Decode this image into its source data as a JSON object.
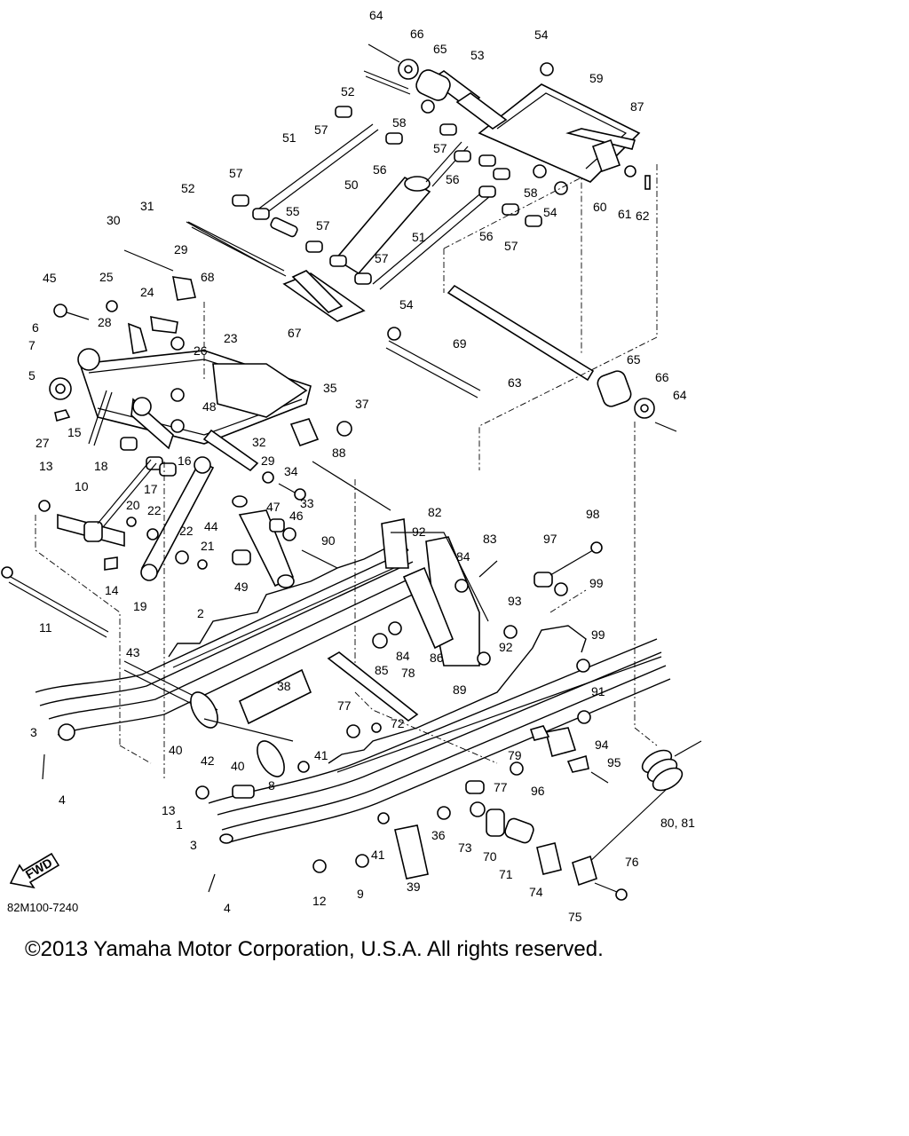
{
  "diagram": {
    "code": "82M100-7240",
    "direction_badge": "FWD",
    "labels": [
      "1",
      "2",
      "3",
      "3",
      "4",
      "4",
      "5",
      "6",
      "7",
      "8",
      "9",
      "10",
      "11",
      "12",
      "13",
      "13",
      "14",
      "15",
      "16",
      "17",
      "18",
      "19",
      "20",
      "21",
      "22",
      "22",
      "23",
      "24",
      "25",
      "26",
      "27",
      "28",
      "29",
      "29",
      "30",
      "31",
      "32",
      "33",
      "34",
      "35",
      "37",
      "36",
      "38",
      "39",
      "40",
      "40",
      "41",
      "41",
      "42",
      "43",
      "44",
      "45",
      "46",
      "47",
      "48",
      "49",
      "50",
      "51",
      "51",
      "52",
      "52",
      "53",
      "54",
      "54",
      "54",
      "55",
      "56",
      "56",
      "56",
      "57",
      "57",
      "57",
      "57",
      "57",
      "57",
      "58",
      "58",
      "59",
      "60",
      "61",
      "62",
      "63",
      "64",
      "64",
      "65",
      "65",
      "66",
      "66",
      "67",
      "68",
      "69",
      "70",
      "71",
      "72",
      "73",
      "74",
      "75",
      "76",
      "77",
      "77",
      "78",
      "79",
      "80, 81",
      "82",
      "83",
      "84",
      "84",
      "85",
      "86",
      "87",
      "88",
      "89",
      "90",
      "91",
      "92",
      "92",
      "93",
      "94",
      "95",
      "96",
      "97",
      "98",
      "99",
      "99"
    ]
  },
  "footer": {
    "copyright": "©2013 Yamaha Motor Corporation, U.S.A. All rights reserved."
  }
}
